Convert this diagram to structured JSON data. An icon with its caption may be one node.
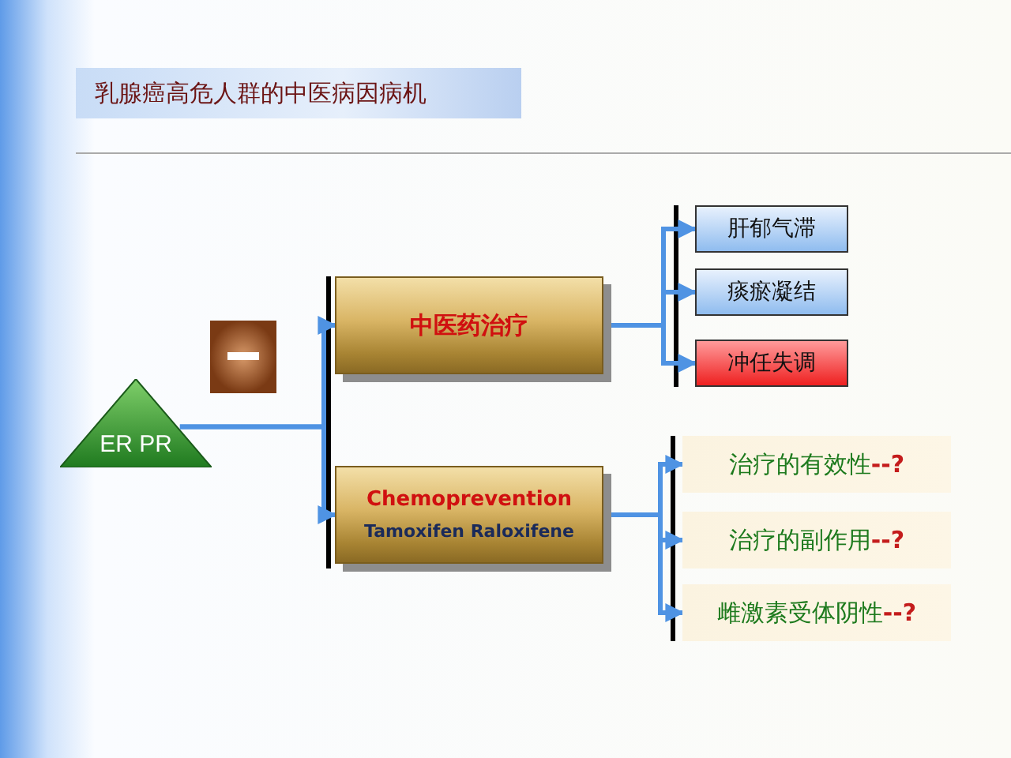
{
  "diagram": {
    "title": "乳腺癌高危人群的中医病因病机",
    "nodes": [
      {
        "text": [
          "ER PR"
        ]
      },
      {
        "text": [
          "中医药治疗"
        ]
      },
      {
        "text": [
          "Chemoprevention",
          "Tamoxifen  Raloxifene"
        ]
      },
      {
        "text": [
          "肝郁气滞"
        ]
      },
      {
        "text": [
          "痰瘀凝结"
        ]
      },
      {
        "text": [
          "冲任失调"
        ]
      },
      {
        "text": [
          "治疗的有效性**--?**"
        ]
      },
      {
        "text": [
          "治疗的副作用**--?**"
        ]
      },
      {
        "text": [
          "雌激素受体阴性**--?**"
        ]
      }
    ],
    "edges": [
      {
        "from": 0,
        "to": 1,
        "arrow": "to"
      },
      {
        "from": 0,
        "to": 2,
        "arrow": "to"
      },
      {
        "from": 1,
        "to": 3,
        "arrow": "to"
      },
      {
        "from": 1,
        "to": 4,
        "arrow": "to"
      },
      {
        "from": 1,
        "to": 5,
        "arrow": "to"
      },
      {
        "from": 2,
        "to": 6,
        "arrow": "to"
      },
      {
        "from": 2,
        "to": 7,
        "arrow": "to"
      },
      {
        "from": 2,
        "to": 8,
        "arrow": "to"
      }
    ]
  }
}
